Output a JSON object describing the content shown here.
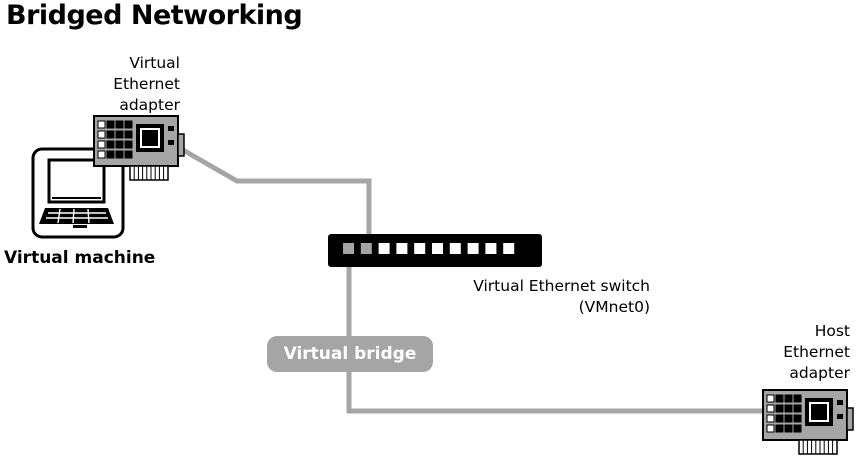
{
  "title": "Bridged Networking",
  "labels": {
    "virtual_adapter": [
      "Virtual",
      "Ethernet",
      "adapter"
    ],
    "virtual_machine": "Virtual machine",
    "switch": [
      "Virtual Ethernet switch",
      "(VMnet0)"
    ],
    "bridge": "Virtual bridge",
    "host_adapter": [
      "Host",
      "Ethernet",
      "adapter"
    ]
  },
  "colors": {
    "cable": "#a5a5a5",
    "switch_body": "#000000",
    "bridge_fill": "#a5a5a5"
  },
  "icons": [
    "network-card-icon",
    "laptop-icon",
    "network-switch-icon"
  ]
}
